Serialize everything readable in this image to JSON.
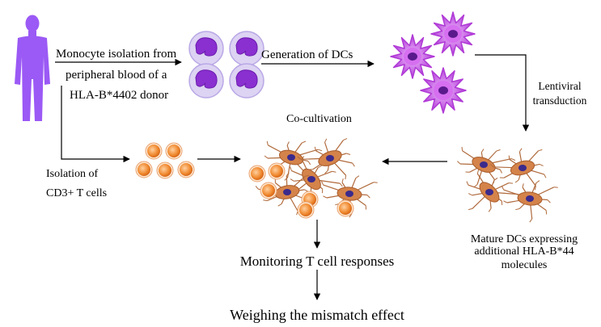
{
  "labels": {
    "monocyte_line1": "Monocyte isolation from",
    "monocyte_line2": "peripheral blood of a",
    "monocyte_line3": "HLA-B*4402 donor",
    "generation": "Generation of DCs",
    "lentiviral_line1": "Lentiviral",
    "lentiviral_line2": "transduction",
    "cocultivation": "Co-cultivation",
    "isolation_line1": "Isolation of",
    "isolation_line2": "CD3+ T cells",
    "mature_line1": "Mature DCs expressing",
    "mature_line2": "additional HLA-B*44",
    "mature_line3": "molecules",
    "monitoring": "Monitoring T cell responses",
    "weighing": "Weighing the mismatch effect"
  },
  "colors": {
    "donor": "#9b59f5",
    "monocyte_outer": "#cfc2ee",
    "monocyte_nucleus": "#8a2fd0",
    "dc_body": "#c64fe6",
    "dc_nucleus": "#5a1a8c",
    "tcell": "#f08a30",
    "mature_dc": "#d4834a",
    "arrow": "#000000"
  },
  "icons": {
    "donor": "human-silhouette-icon",
    "monocytes": "monocyte-cells-icon",
    "immature_dcs": "dendritic-cell-icon",
    "tcells": "t-cell-icon",
    "cocultivation_cluster": "cocultivation-cells-icon",
    "mature_dcs": "mature-dendritic-cell-icon"
  }
}
